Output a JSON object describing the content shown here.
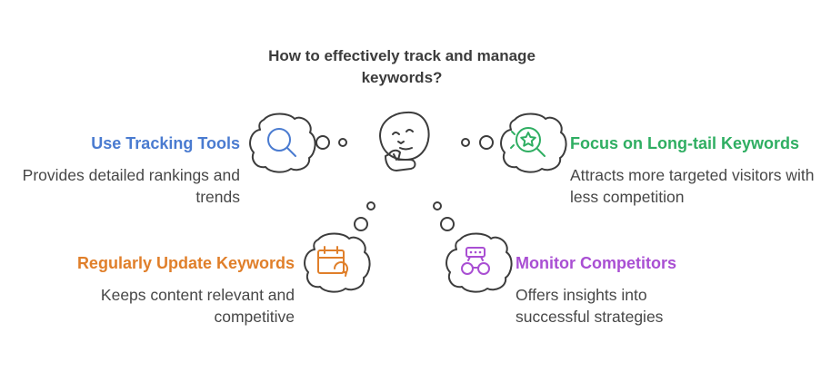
{
  "title": "How to effectively track and manage keywords?",
  "colors": {
    "tracking": "#4a7bd0",
    "longtail": "#2fae62",
    "update": "#e07f2a",
    "competitors": "#a94fd3",
    "outline": "#3c3c3c"
  },
  "items": [
    {
      "heading": "Use Tracking Tools",
      "description": "Provides detailed rankings and trends",
      "icon": "magnifier-icon"
    },
    {
      "heading": "Focus on Long-tail Keywords",
      "description": "Attracts more targeted visitors with less competition",
      "icon": "star-target-icon"
    },
    {
      "heading": "Regularly Update Keywords",
      "description": "Keeps content relevant and competitive",
      "icon": "calendar-refresh-icon"
    },
    {
      "heading": "Monitor Competitors",
      "description": "Offers insights into successful strategies",
      "icon": "binoculars-icon"
    }
  ]
}
